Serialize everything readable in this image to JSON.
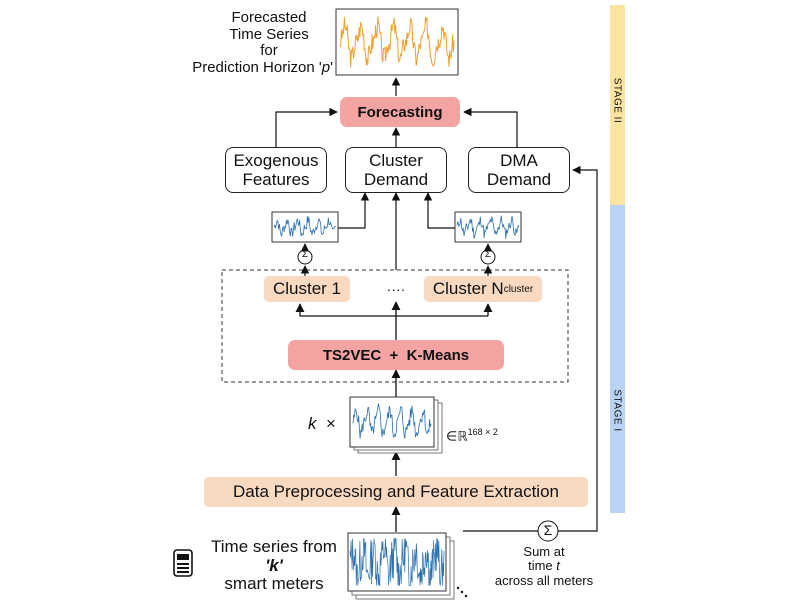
{
  "forecast_output": {
    "line1": "Forecasted",
    "line2": "Time Series",
    "line3": "for",
    "line4_prefix": "Prediction Horizon '",
    "line4_var": "p",
    "line4_suffix": "'"
  },
  "forecasting_label": "Forecasting",
  "exogenous": {
    "line1": "Exogenous",
    "line2": "Features"
  },
  "cluster_demand": {
    "line1": "Cluster",
    "line2": "Demand"
  },
  "dma_demand": {
    "line1": "DMA",
    "line2": "Demand"
  },
  "sum_symbol": "Σ",
  "cluster_1_label": "Cluster 1",
  "ellipsis": "····",
  "cluster_n_label": "Cluster N",
  "cluster_n_sub": "cluster",
  "ts2vec_label": "TS2VEC  +  K-Means",
  "k_times": {
    "var": "k",
    "times": "×"
  },
  "embedding_space": {
    "prefix": "∈ℝ",
    "sup": "168 × 2"
  },
  "preprocessing_label": "Data Preprocessing and Feature Extraction",
  "smart_meters": {
    "line1": "Time series from",
    "line2": "'k'",
    "line3": "smart meters"
  },
  "sum_at_time": {
    "line1": "Sum at",
    "line2_prefix": "time ",
    "line2_var": "t",
    "line3": "across all meters"
  },
  "stage_2_label": "STAGE II",
  "stage_1_label": "STAGE I",
  "colors": {
    "forecast_line": "#f0a030",
    "series_line": "#2a6fb0",
    "red_pill": "#f4a3a3",
    "peach_pill": "#f9d9c0",
    "stage_2_bar": "#fbe3a0",
    "stage_1_bar": "#b8d4f4"
  },
  "icons": {
    "meter": "smart-meter-icon"
  }
}
